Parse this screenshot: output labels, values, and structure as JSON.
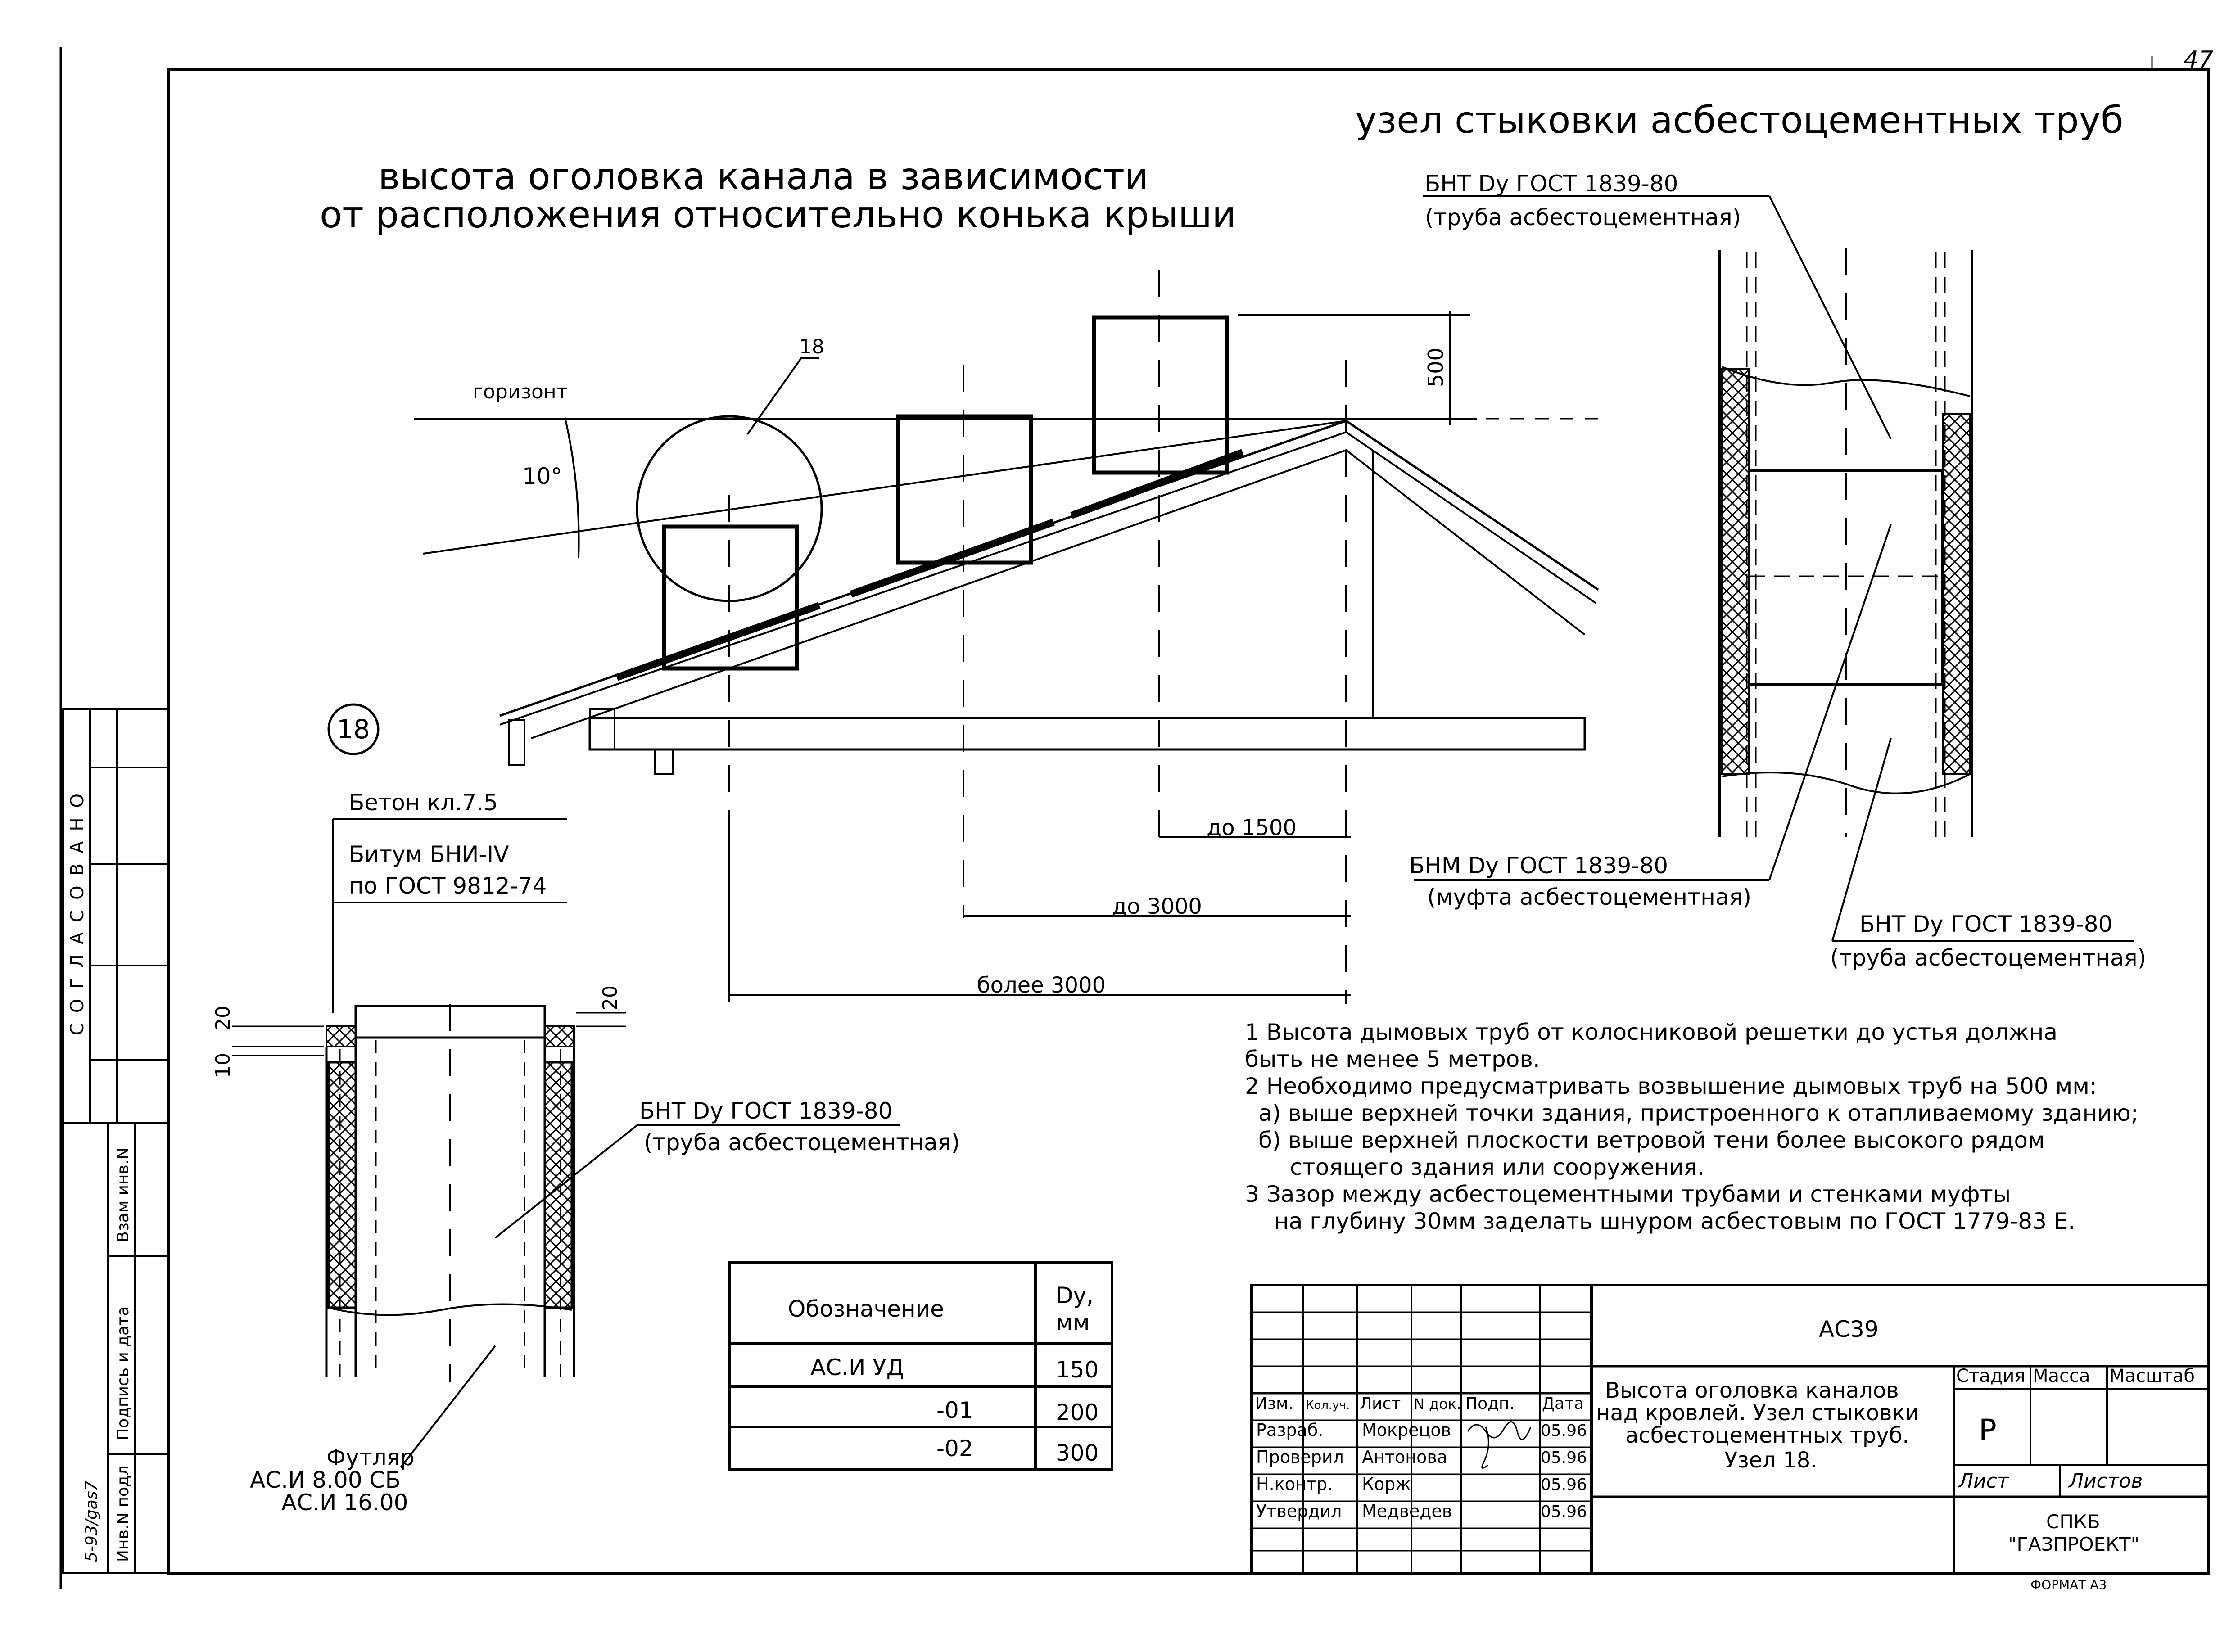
{
  "sheet_number": "47",
  "titles": {
    "left": [
      "высота оголовка канала в зависимости",
      "от расположения относительно конька крыши"
    ],
    "right": "узел стыковки асбестоцементных труб"
  },
  "roof": {
    "horizon": "горизонт",
    "angle": "10°",
    "node_callout": "18",
    "dim_500": "500",
    "dim_1500": "до 1500",
    "dim_3000": "до 3000",
    "dim_over_3000": "более 3000"
  },
  "node18": {
    "number": "18",
    "concrete": "Бетон кл.7.5",
    "bitumen": [
      "Битум БНИ-IV",
      "по ГОСТ 9812-74"
    ],
    "pipe": [
      "БНТ Dy ГОСТ 1839-80",
      "(труба асбестоцементная)"
    ],
    "dims": {
      "d20_left": "20",
      "d10": "10",
      "d20_right": "20"
    },
    "sleeve": [
      "Футляр",
      "АС.И 8.00 СБ",
      "АС.И 16.00"
    ]
  },
  "joint": {
    "pipe_top": [
      "БНТ Dy ГОСТ 1839-80",
      "(труба асбестоцементная)"
    ],
    "coupling": [
      "БНМ Dy ГОСТ 1839-80",
      "(муфта асбестоцементная)"
    ],
    "pipe_bottom": [
      "БНТ Dy ГОСТ 1839-80",
      "(труба асбестоцементная)"
    ]
  },
  "notes": [
    "1 Высота дымовых труб от колосниковой решетки до устья должна",
    "быть не менее 5 метров.",
    "2 Необходимо предусматривать возвышение дымовых труб на 500 мм:",
    "а) выше верхней точки здания, пристроенного к отапливаемому зданию;",
    "б) выше верхней плоскости ветровой тени более высокого рядом",
    "стоящего здания или сооружения.",
    "3 Зазор между асбестоцементными трубами и стенками муфты",
    "на глубину 30мм заделать шнуром асбестовым по ГОСТ 1779-83 Е."
  ],
  "spec_table": {
    "headers": [
      "Обозначение",
      "Dy,",
      "мм"
    ],
    "rows": [
      [
        "АС.И УД",
        "150"
      ],
      [
        "-01",
        "200"
      ],
      [
        "-02",
        "300"
      ]
    ]
  },
  "side_stamp": {
    "agreed": "СОГЛАСОВАНО",
    "inv_replace": "Взам инв.N",
    "sign_date": "Подпись и дата",
    "inv_orig": "Инв.N подл",
    "archive": "5-93/gas7"
  },
  "title_block": {
    "code": "АС39",
    "description": [
      "Высота оголовка каналов",
      "над кровлей. Узел стыковки",
      "асбестоцементных труб.",
      "Узел 18."
    ],
    "headers": [
      "Изм.",
      "Кол.уч.",
      "Лист",
      "N док.",
      "Подп.",
      "Дата"
    ],
    "roles": [
      {
        "role": "Разраб.",
        "name": "Мокрецов",
        "date": "05.96"
      },
      {
        "role": "Проверил",
        "name": "Антонова",
        "date": "05.96"
      },
      {
        "role": "Н.контр.",
        "name": "Корж",
        "date": "05.96"
      },
      {
        "role": "Утвердил",
        "name": "Медведев",
        "date": "05.96"
      }
    ],
    "stage_label": "Стадия",
    "mass_label": "Масса",
    "scale_label": "Масштаб",
    "stage": "Р",
    "sheet_label": "Лист",
    "sheets_label": "Листов",
    "org": [
      "СПКБ",
      "\"ГАЗПРОЕКТ\""
    ],
    "format": "ФОРМАТ А3"
  }
}
